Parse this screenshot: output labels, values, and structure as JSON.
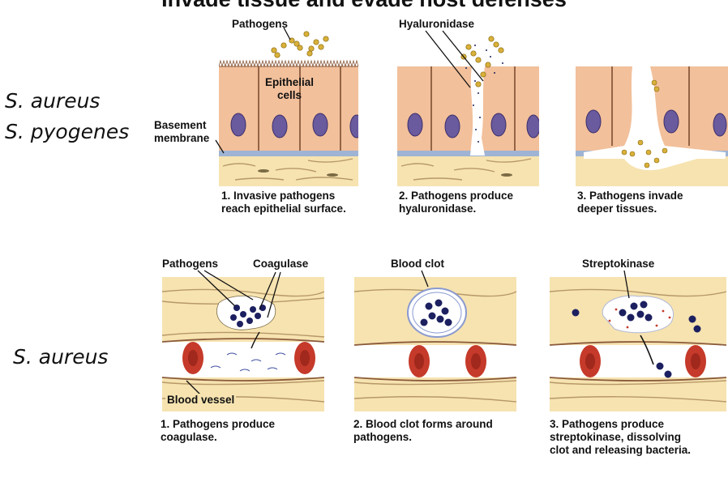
{
  "title": "Invade tissue and evade host defenses",
  "organisms": {
    "row1_line1": "S. aureus",
    "row1_line2": "S. pyogenes",
    "row2": "S. aureus"
  },
  "top_labels": {
    "pathogens": "Pathogens",
    "epithelial_line1": "Epithelial",
    "epithelial_line2": "cells",
    "basement_line1": "Basement",
    "basement_line2": "membrane",
    "hyaluronidase": "Hyaluronidase"
  },
  "top_captions": [
    {
      "line1": "1. Invasive pathogens",
      "line2": "reach epithelial surface."
    },
    {
      "line1": "2. Pathogens produce",
      "line2": "hyaluronidase."
    },
    {
      "line1": "3. Pathogens invade",
      "line2": "deeper tissues."
    }
  ],
  "bottom_labels": {
    "pathogens": "Pathogens",
    "coagulase": "Coagulase",
    "blood_clot": "Blood clot",
    "streptokinase": "Streptokinase",
    "blood_vessel": "Blood vessel"
  },
  "bottom_captions": [
    {
      "line1": "1. Pathogens produce",
      "line2": "coagulase.",
      "line3": ""
    },
    {
      "line1": "2. Blood clot forms around",
      "line2": "pathogens.",
      "line3": ""
    },
    {
      "line1": "3. Pathogens produce",
      "line2": "streptokinase, dissolving",
      "line3": "clot and releasing bacteria."
    }
  ],
  "colors": {
    "cell_fill": "#f2c09b",
    "cell_border": "#8a5a3c",
    "nucleus": "#6a5a9e",
    "basement": "#9fb4d4",
    "connective": "#f6e3b0",
    "fiber": "#b89868",
    "pathogen_yellow": "#d9b13a",
    "pathogen_dark": "#1c2060",
    "rbc": "#c53a2a"
  }
}
